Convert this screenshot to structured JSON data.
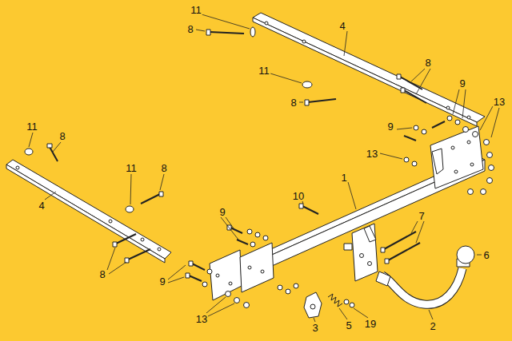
{
  "diagram": {
    "labels": [
      "11",
      "8",
      "4",
      "11",
      "8",
      "8",
      "9",
      "13",
      "9",
      "11",
      "8",
      "13",
      "11",
      "8",
      "1",
      "10",
      "4",
      "9",
      "7",
      "6",
      "8",
      "9",
      "13",
      "2",
      "3",
      "5",
      "19"
    ]
  }
}
